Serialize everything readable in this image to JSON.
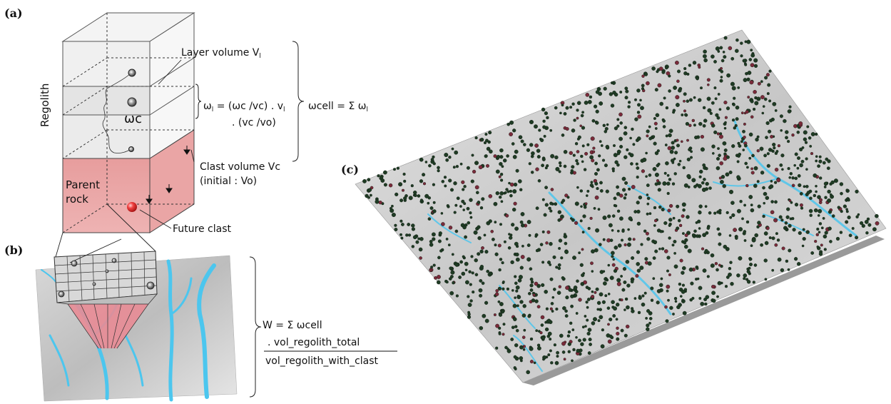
{
  "panels": {
    "a": {
      "label": "(a)",
      "regolith_label": "Regolith",
      "parent_rock_line1": "Parent",
      "parent_rock_line2": "rock",
      "layer_volume": "Layer volume V",
      "layer_volume_sub": "l",
      "omega_c": "ωc",
      "omega_l_eq_line1": "ω",
      "omega_l_eq_line1_sub": "l",
      "omega_l_eq_line1_rest": " = (ωc /vc) . v",
      "omega_l_eq_line1_sub2": "l",
      "omega_l_eq_line2": ".  (vc /vo)",
      "omega_cell_eq": "ωcell = Σ ω",
      "omega_cell_eq_sub": "l",
      "clast_volume": "Clast volume Vc",
      "clast_initial": "(initial : Vo)",
      "future_clast": "Future clast"
    },
    "b": {
      "label": "(b)",
      "w_eq": "W = Σ ωcell",
      "numerator": ".  vol_regolith_total",
      "denominator": "vol_regolith_with_clast"
    },
    "c": {
      "label": "(c)"
    }
  },
  "colors": {
    "parent_rock": "#e8a6a6",
    "parent_rock_dark": "#d98a8a",
    "clast_red": "#e23b3b",
    "channel_blue": "#4cc6ee",
    "terrain_gray": "#c9c9c9",
    "clast_green": "#1f3b24",
    "clast_pink": "#7a2a3a"
  }
}
